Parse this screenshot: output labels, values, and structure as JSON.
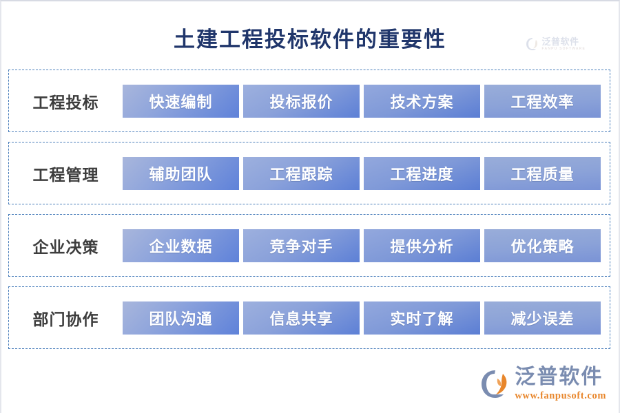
{
  "header": {
    "title": "土建工程投标软件的重要性",
    "title_color": "#20366b",
    "watermark_logo": {
      "mark_name": "fanpu-logo-mark",
      "cn": "泛普软件",
      "en": "FANPU SOFTWARE"
    }
  },
  "rows": [
    {
      "label": "工程投标",
      "chips": [
        "快速编制",
        "投标报价",
        "技术方案",
        "工程效率"
      ]
    },
    {
      "label": "工程管理",
      "chips": [
        "辅助团队",
        "工程跟踪",
        "工程进度",
        "工程质量"
      ]
    },
    {
      "label": "企业决策",
      "chips": [
        "企业数据",
        "竞争对手",
        "提供分析",
        "优化策略"
      ]
    },
    {
      "label": "部门协作",
      "chips": [
        "团队沟通",
        "信息共享",
        "实时了解",
        "减少误差"
      ]
    }
  ],
  "footer": {
    "logo": {
      "mark_name": "fanpu-logo-mark",
      "cn": "泛普软件",
      "url": "www.fanpusoft.com"
    }
  },
  "colors": {
    "panel_border": "#4a7ebb",
    "chip_blue_dark": "#5f82d9",
    "chip_blue_light": "#a8b6dc",
    "label_text": "#3d3d3d",
    "logo_blue": "#7a8cb0",
    "logo_orange": "#e8862b",
    "background": "#ffffff"
  }
}
